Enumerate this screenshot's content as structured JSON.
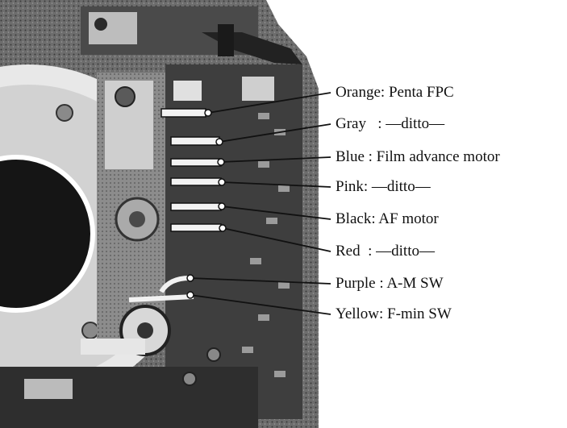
{
  "diagram": {
    "type": "annotated photograph of camera wiring",
    "background_color": "#ffffff",
    "ink_color": "#111111",
    "callouts": [
      {
        "id": "orange",
        "label": "Orange: Penta FPC"
      },
      {
        "id": "gray",
        "label": "Gray   : —ditto—"
      },
      {
        "id": "blue",
        "label": "Blue : Film advance motor"
      },
      {
        "id": "pink",
        "label": "Pink: —ditto—"
      },
      {
        "id": "black",
        "label": "Black: AF motor"
      },
      {
        "id": "red",
        "label": "Red  : —ditto—"
      },
      {
        "id": "purple",
        "label": "Purple : A-M SW"
      },
      {
        "id": "yellow",
        "label": "Yellow: F-min SW"
      }
    ]
  }
}
